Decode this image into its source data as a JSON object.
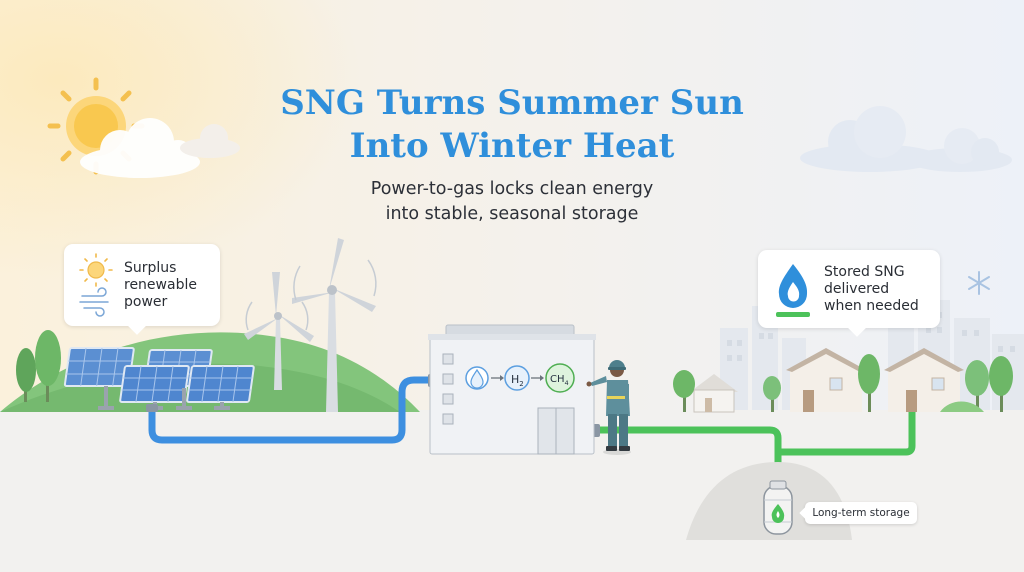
{
  "title": {
    "line1": "SNG Turns Summer Sun",
    "line2": "Into Winter Heat"
  },
  "subtitle": {
    "line1": "Power-to-gas locks clean energy",
    "line2": "into stable, seasonal storage"
  },
  "callout_left": {
    "lines": [
      "Surplus",
      "renewable",
      "power"
    ],
    "icons": [
      "sun-icon",
      "wind-icon"
    ]
  },
  "callout_right": {
    "lines": [
      "Stored SNG",
      "delivered",
      "when needed"
    ],
    "icons": [
      "flame-icon"
    ]
  },
  "process": {
    "water": "",
    "h2": "H",
    "h2_sub": "2",
    "ch4": "CH",
    "ch4_sub": "4"
  },
  "storage_tag": "Long-term storage",
  "colors": {
    "title": "#2f8fdb",
    "power_pipe": "#3d8fe0",
    "gas_pipe": "#4cc25a",
    "hill": "#7cc07a",
    "flame": "#2f8fdb"
  }
}
